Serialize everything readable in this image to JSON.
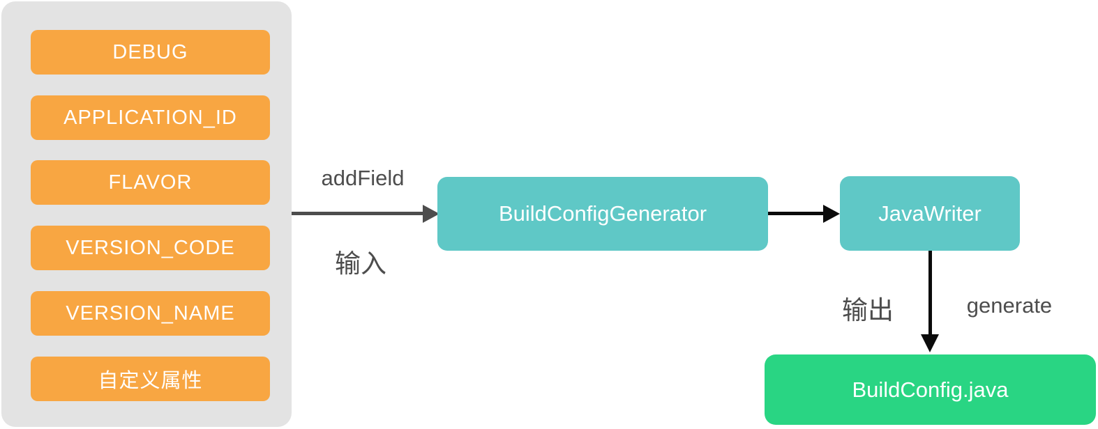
{
  "diagram": {
    "panel": {
      "fields": [
        "DEBUG",
        "APPLICATION_ID",
        "FLAVOR",
        "VERSION_CODE",
        "VERSION_NAME",
        "自定义属性"
      ]
    },
    "nodes": {
      "generator": "BuildConfigGenerator",
      "writer": "JavaWriter",
      "output_file": "BuildConfig.java"
    },
    "edges": {
      "input_top_label": "addField",
      "input_bottom_label": "输入",
      "output_left_label": "输出",
      "output_right_label": "generate"
    },
    "colors": {
      "panel_bg": "#E3E3E3",
      "field_box": "#F8A642",
      "process_box": "#5FC8C6",
      "output_box": "#29D583",
      "arrow_gray": "#4D4D4D",
      "arrow_black": "#0B0B0B",
      "label_text": "#4D4D4D",
      "box_text": "#FFFFFF"
    }
  }
}
